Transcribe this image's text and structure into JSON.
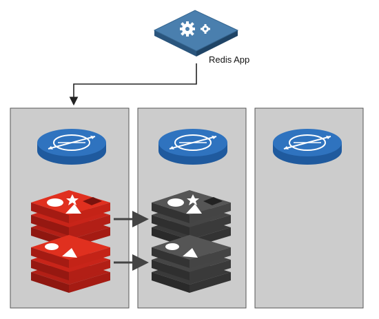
{
  "app": {
    "label": "Redis App",
    "icon": "gears-icon",
    "color": "#3e6f9e"
  },
  "nodes": [
    {
      "id": "node-1",
      "switch_icon": "switch-icon",
      "shards": [
        "redis-primary",
        "redis-primary"
      ]
    },
    {
      "id": "node-2",
      "switch_icon": "switch-icon",
      "shards": [
        "redis-replica",
        "redis-replica"
      ]
    },
    {
      "id": "node-3",
      "switch_icon": "switch-icon",
      "shards": []
    }
  ],
  "colors": {
    "node_fill": "#cccccc",
    "switch": "#2f6fb7",
    "redis_primary": "#d9281f",
    "redis_replica": "#4a4a4a"
  }
}
